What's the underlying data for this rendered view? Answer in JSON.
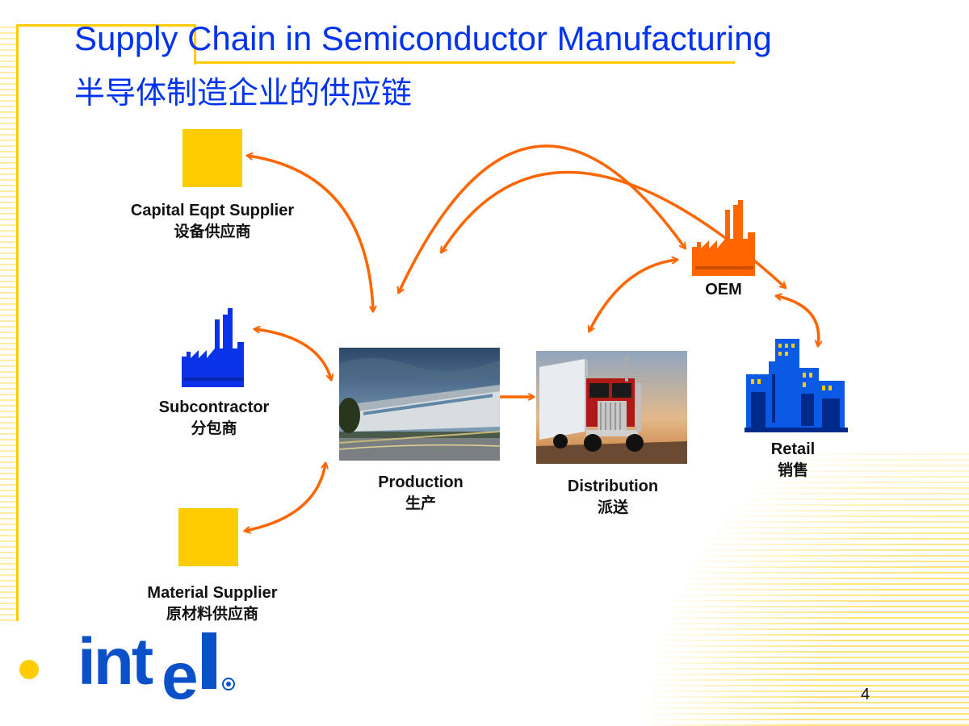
{
  "title": {
    "english": "Supply Chain in Semiconductor Manufacturing",
    "chinese": "半导体制造企业的供应链"
  },
  "nodes": {
    "capital": {
      "en": "Capital Eqpt Supplier",
      "cn": "设备供应商",
      "icon": "yellow-square"
    },
    "subcontractor": {
      "en": "Subcontractor",
      "cn": "分包商",
      "icon": "factory-icon",
      "color": "#0a32e6"
    },
    "material": {
      "en": "Material Supplier",
      "cn": "原材料供应商",
      "icon": "yellow-square"
    },
    "production": {
      "en": "Production",
      "cn": "生产",
      "icon": "factory-photo"
    },
    "distribution": {
      "en": "Distribution",
      "cn": "派送",
      "icon": "truck-photo"
    },
    "oem": {
      "en": "OEM",
      "icon": "factory-icon",
      "color": "#ff6600"
    },
    "retail": {
      "en": "Retail",
      "cn": "销售",
      "icon": "buildings-icon"
    }
  },
  "colors": {
    "title": "#0033ee",
    "accent": "#ffcc00",
    "arrow": "#ff6600"
  },
  "logo": {
    "text": "intel",
    "color": "#0a50c8"
  },
  "page_number": "4"
}
